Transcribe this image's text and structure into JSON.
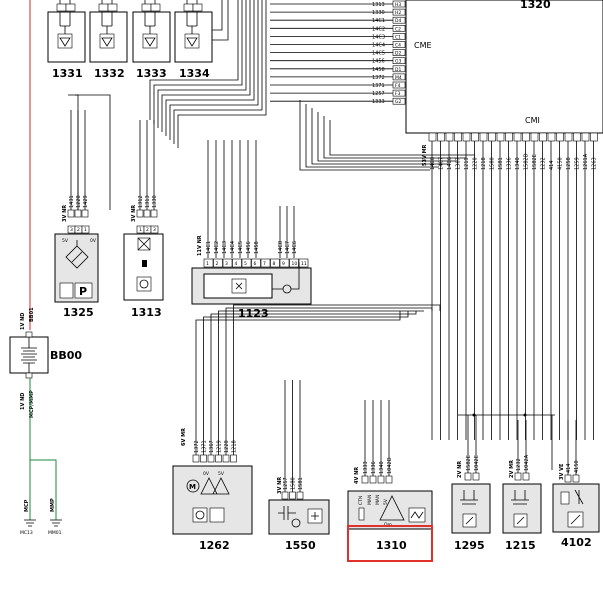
{
  "components": {
    "c1331": "1331",
    "c1332": "1332",
    "c1333": "1333",
    "c1334": "1334",
    "c1320": "1320",
    "c1325": "1325",
    "c1313": "1313",
    "c1123": "1123",
    "bb00": "BB00",
    "c1262": "1262",
    "c1550": "1550",
    "c1310": "1310",
    "c1295": "1295",
    "c1215": "1215",
    "c4102": "4102"
  },
  "ecu": {
    "cme": "CME",
    "cmi": "CMI",
    "connector": "53V MR",
    "right_wires": [
      "1313",
      "1330",
      "14C1",
      "14C2",
      "14C3",
      "14C4",
      "14C5",
      "1456",
      "1458",
      "1372",
      "1371",
      "1257",
      "1333"
    ],
    "right_pins": [
      "H3",
      "H2",
      "D4",
      "C2",
      "C1",
      "C4",
      "D2",
      "G3",
      "D1",
      "M4",
      "F4",
      "F3",
      "G2"
    ],
    "bottom_wires": [
      "14C8",
      "14C7",
      "14C6",
      "1367",
      "1219",
      "1220",
      "1218",
      "1580",
      "1581",
      "1336",
      "1340",
      "1582D",
      "1582E",
      "1232",
      "414",
      "4150",
      "1258",
      "1259",
      "1261A",
      "1263"
    ]
  },
  "connectors": {
    "c1325": "3V NR",
    "c1313": "3V NR",
    "c1123": "11V NR",
    "bb00_top": "1V ND",
    "bb00_bottom": "1V ND",
    "c1262": "6V MR",
    "c1550": "3V NR",
    "c1310": "4V NR",
    "c1295": "2V NR",
    "c1215": "2V MR",
    "c4102": "3V VE"
  },
  "wires": {
    "c1325": [
      "1431",
      "1220",
      "1429"
    ],
    "c1313": [
      "1312",
      "1313",
      "1330"
    ],
    "c1123": [
      "14C1",
      "14C2",
      "14C3",
      "14C4",
      "14C5",
      "1456",
      "1458"
    ],
    "c1123_pins": [
      "1",
      "2",
      "3",
      "4",
      "5",
      "6",
      "7",
      "8",
      "9",
      "10",
      "11"
    ],
    "c1123_right": [
      "14C8",
      "14C7",
      "14C6"
    ],
    "c1262": [
      "1372",
      "1371",
      "1367",
      "1219",
      "1220",
      "1218"
    ],
    "c1550": [
      "1257",
      "1580",
      "1581"
    ],
    "c1310": [
      "1333",
      "1336",
      "1340",
      "1042D"
    ],
    "c1295": [
      "1582E",
      "1042E"
    ],
    "c1215": [
      "1232",
      "1042A"
    ],
    "c4102": [
      "414",
      "4150"
    ],
    "bb00_top": "BB01",
    "bb00_bottom": "MCP/MMP",
    "ground_left": "MCP",
    "ground_right": "MMP",
    "ground_left_code": "MC13",
    "ground_right_code": "MM01"
  },
  "inner": {
    "c1325_p": "P",
    "c1325_5v": "5V",
    "c1325_0v": "0V",
    "c1262_5v": "5V",
    "c1262_0v": "0V",
    "c1310_om": "Om",
    "c1310_pins": [
      "CTN",
      "MAN",
      "MAN",
      "5V"
    ]
  },
  "highlight_color": "#e0302e"
}
